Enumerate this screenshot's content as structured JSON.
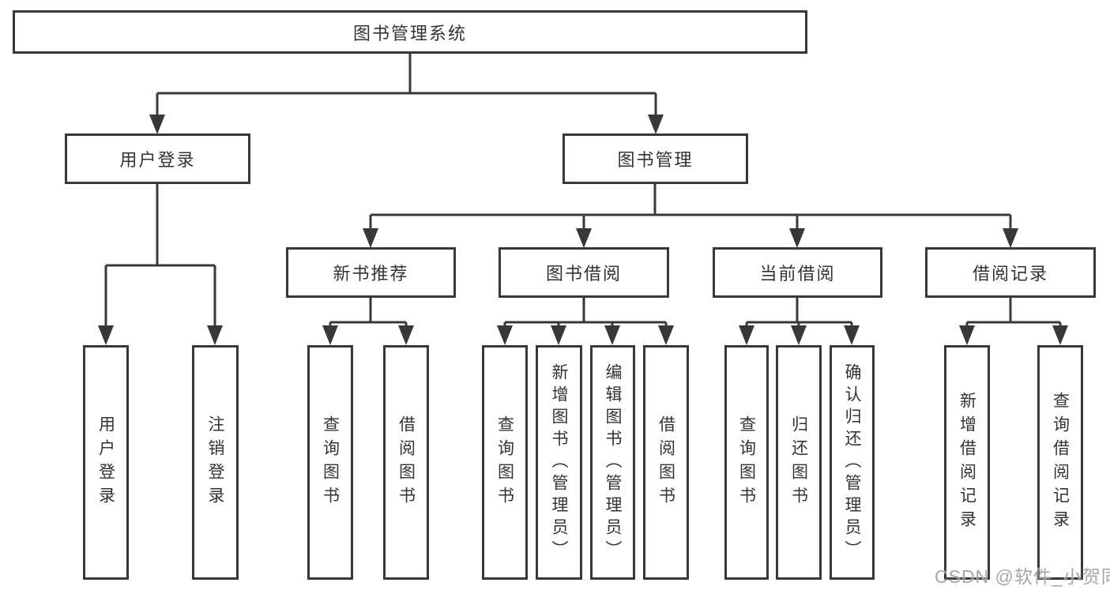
{
  "diagram": {
    "type": "hierarchy-tree",
    "line_color": "#383838",
    "text_color": "#333333",
    "background_color": "#ffffff"
  },
  "nodes": {
    "root": {
      "label": "图书管理系统"
    },
    "user_login": {
      "label": "用户登录"
    },
    "book_mgmt": {
      "label": "图书管理"
    },
    "new_book_rec": {
      "label": "新书推荐"
    },
    "book_borrow": {
      "label": "图书借阅"
    },
    "current_borrow": {
      "label": "当前借阅"
    },
    "borrow_records": {
      "label": "借阅记录"
    },
    "login": {
      "label": "用户登录"
    },
    "logout": {
      "label": "注销登录"
    },
    "rec_query_book": {
      "label": "查询图书"
    },
    "rec_borrow_book": {
      "label": "借阅图书"
    },
    "bb_query_book": {
      "label": "查询图书"
    },
    "bb_add_book": {
      "label": "新增图书（管理员）"
    },
    "bb_edit_book": {
      "label": "编辑图书（管理员）"
    },
    "bb_borrow_book": {
      "label": "借阅图书"
    },
    "cb_query_book": {
      "label": "查询图书"
    },
    "cb_return_book": {
      "label": "归还图书"
    },
    "cb_confirm_return": {
      "label": "确认归还（管理员）"
    },
    "br_add_record": {
      "label": "新增借阅记录"
    },
    "br_query_record": {
      "label": "查询借阅记录"
    }
  },
  "edges": [
    [
      "root",
      "user_login"
    ],
    [
      "root",
      "book_mgmt"
    ],
    [
      "user_login",
      "login"
    ],
    [
      "user_login",
      "logout"
    ],
    [
      "book_mgmt",
      "new_book_rec"
    ],
    [
      "book_mgmt",
      "book_borrow"
    ],
    [
      "book_mgmt",
      "current_borrow"
    ],
    [
      "book_mgmt",
      "borrow_records"
    ],
    [
      "new_book_rec",
      "rec_query_book"
    ],
    [
      "new_book_rec",
      "rec_borrow_book"
    ],
    [
      "book_borrow",
      "bb_query_book"
    ],
    [
      "book_borrow",
      "bb_add_book"
    ],
    [
      "book_borrow",
      "bb_edit_book"
    ],
    [
      "book_borrow",
      "bb_borrow_book"
    ],
    [
      "current_borrow",
      "cb_query_book"
    ],
    [
      "current_borrow",
      "cb_return_book"
    ],
    [
      "current_borrow",
      "cb_confirm_return"
    ],
    [
      "borrow_records",
      "br_add_record"
    ],
    [
      "borrow_records",
      "br_query_record"
    ]
  ],
  "watermark": {
    "text": "CSDN @软件_小贺同学",
    "color": "#9e9e9e"
  }
}
